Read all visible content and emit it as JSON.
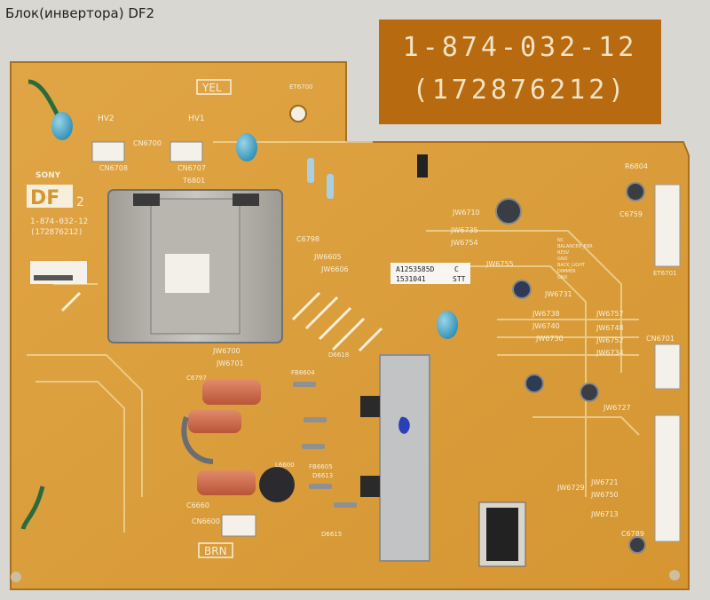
{
  "caption": "Блок(инвертора) DF2",
  "plate": {
    "line1": "1-874-032-12",
    "line2": "(172876212)"
  },
  "board": {
    "brand": "SONY",
    "model": "DF",
    "model_suffix": "2",
    "part_no": "1-874-032-12",
    "part_code": "(172876212)",
    "top_label": "YEL",
    "bottom_label": "BRN",
    "sticker_code": "A1253585D",
    "sticker_rev": "C",
    "sticker_lot": "1531041",
    "sticker_tag": "STT",
    "hv1": "HV1",
    "hv2": "HV2",
    "refs": {
      "cn6708": "CN6708",
      "cn6707": "CN6707",
      "cn6700": "CN6700",
      "cn6701": "CN6701",
      "cn6600": "CN6600",
      "t6801": "T6801",
      "c6798": "C6798",
      "c6660": "C6660",
      "c6789": "C6789",
      "c6797": "C6797",
      "jw6710": "JW6710",
      "jw6735": "JW6735",
      "jw6754": "JW6754",
      "jw6755": "JW6755",
      "jw6731": "JW6731",
      "jw6738": "JW6738",
      "jw6740": "JW6740",
      "jw6730": "JW6730",
      "jw6757": "JW6757",
      "jw6748": "JW6748",
      "jw6752": "JW6752",
      "jw6734": "JW6734",
      "jw6727": "JW6727",
      "jw6729": "JW6729",
      "jw6721": "JW6721",
      "jw6750": "JW6750",
      "jw6713": "JW6713",
      "jw6605": "JW6605",
      "jw6606": "JW6606",
      "jw6700": "JW6700",
      "jw6701": "JW6701",
      "l6600": "L6600",
      "fb6605": "FB6605",
      "fb6604": "FB6604",
      "d6615": "D6615",
      "d6613": "D6613",
      "d6618": "D6618",
      "r6804": "R6804",
      "c6759": "C6759",
      "et6700": "ET6700",
      "et6701": "ET6701"
    },
    "connector_pins": [
      "NC",
      "BALANCER_ERR",
      "RESV",
      "GND",
      "BACK_LIGHT",
      "DIMMER",
      "GND"
    ]
  }
}
